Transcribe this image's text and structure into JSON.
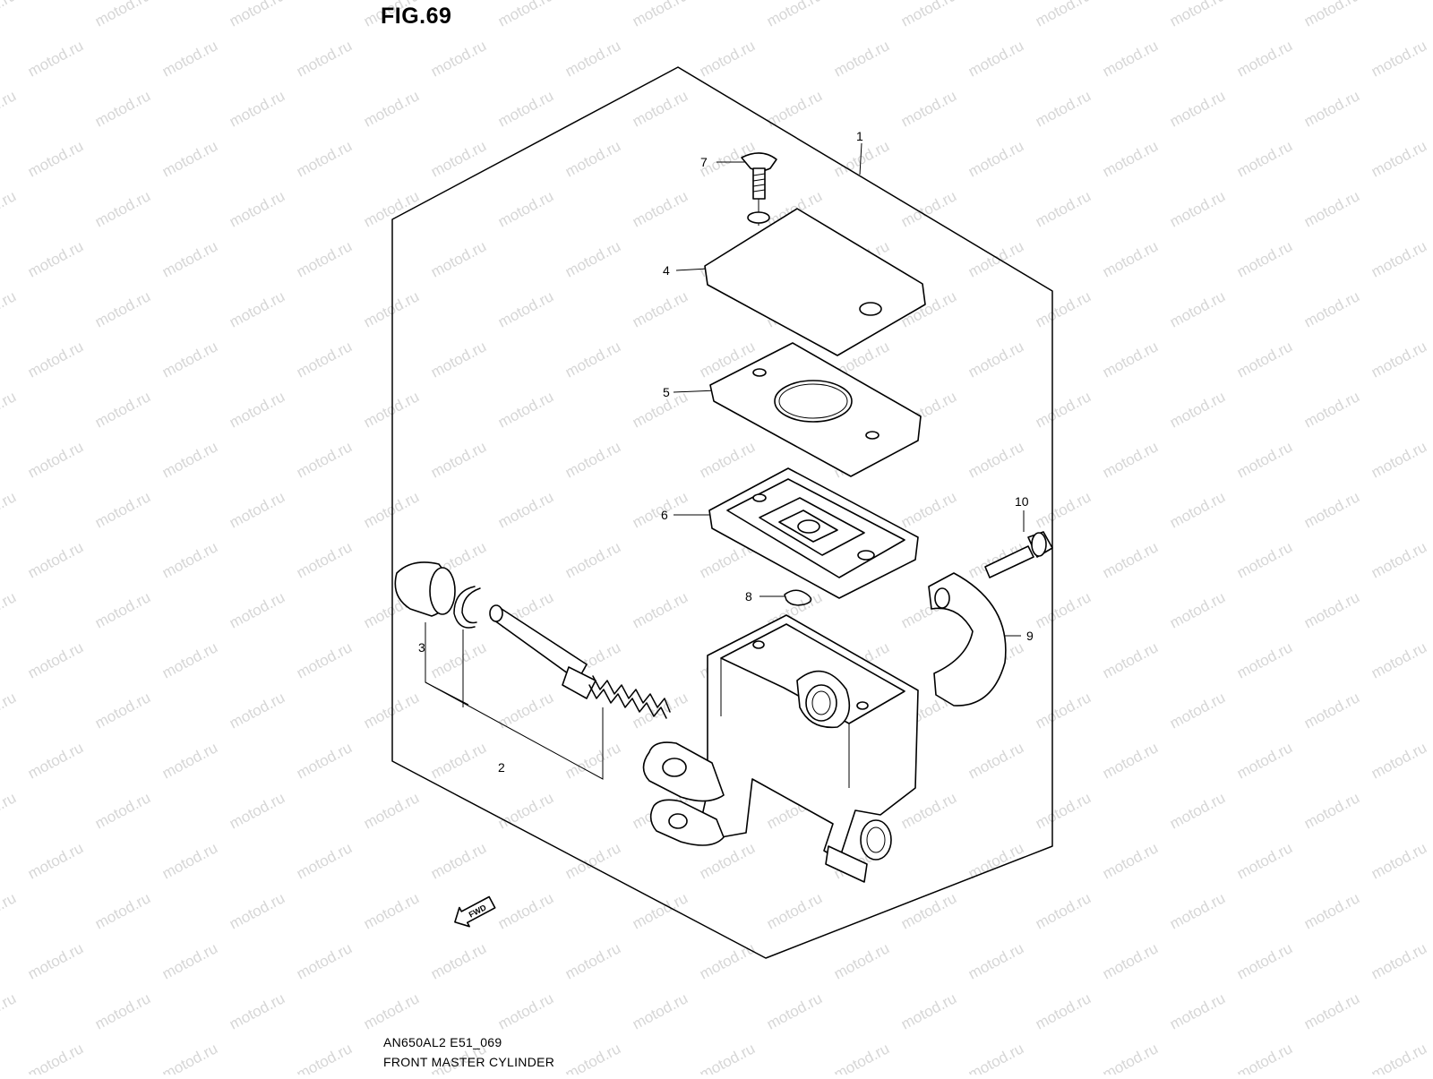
{
  "figure": {
    "title": "FIG.69"
  },
  "watermark": {
    "text": "motod.ru"
  },
  "callouts": {
    "c1": "1",
    "c2": "2",
    "c3": "3",
    "c4": "4",
    "c5": "5",
    "c6": "6",
    "c7": "7",
    "c8": "8",
    "c9": "9",
    "c10": "10"
  },
  "fwd_badge": "FWD",
  "footer": {
    "code": "AN650AL2 E51_069",
    "name": "FRONT MASTER CYLINDER"
  }
}
